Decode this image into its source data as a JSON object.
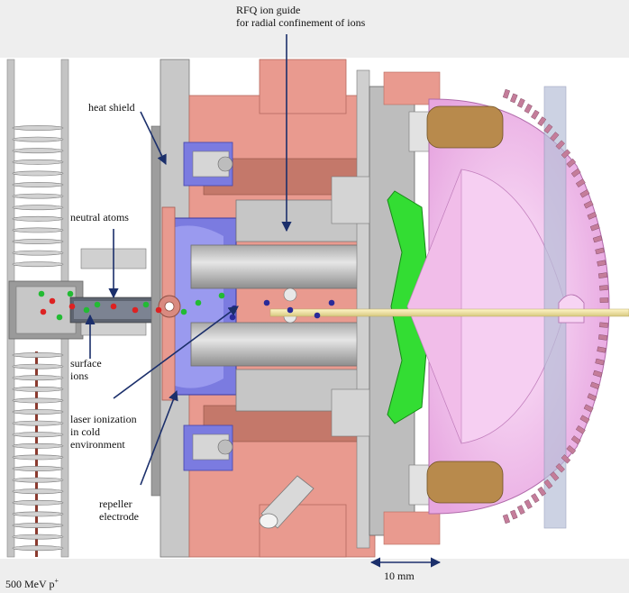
{
  "labels": {
    "rfq_line1": "RFQ ion guide",
    "rfq_line2": "for radial confinement of ions",
    "heat_shield": "heat shield",
    "neutral_atoms": "neutral atoms",
    "surface_line1": "surface",
    "surface_line2": "ions",
    "laser_line1": "laser ionization",
    "laser_line2": "in cold",
    "laser_line3": "environment",
    "repeller_line1": "repeller",
    "repeller_line2": "electrode",
    "proton_prefix": "500 MeV p",
    "proton_sup": "+",
    "scale": "10 mm"
  },
  "colors": {
    "background": "#eeeeee",
    "steel_light": "#c9c9c9",
    "steel_dark": "#8a8a8a",
    "copper": "#e89a8e",
    "copper_dark": "#c06a5c",
    "insulator_blue": "#7b7be0",
    "green_electrode": "#33dd33",
    "pink_chamber": "#f3c6ee",
    "beam": "#ede3a8",
    "arrow": "#1b2f6b",
    "neutral_atom_red": "#dd2222",
    "neutral_atom_green": "#22bb33",
    "ion_blue": "#2a2a99"
  }
}
